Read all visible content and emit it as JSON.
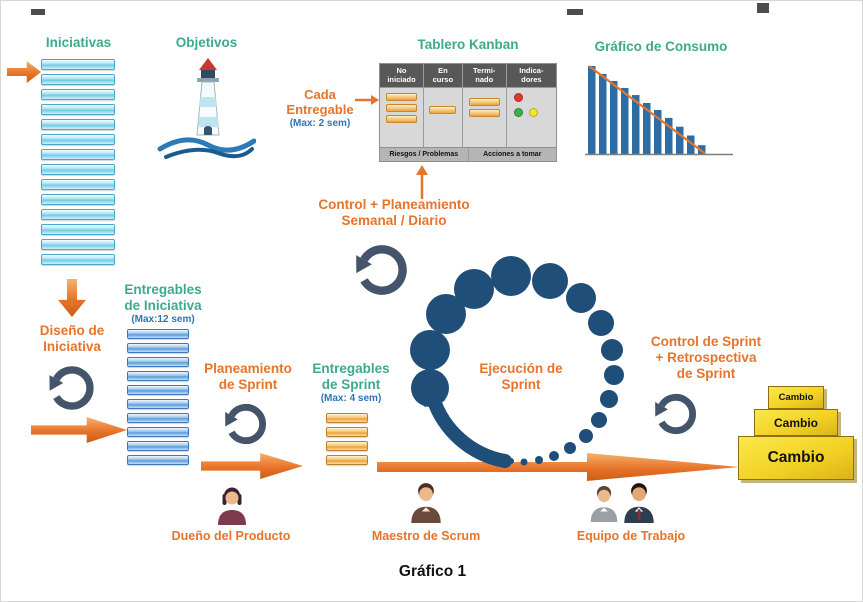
{
  "colors": {
    "teal_heading": "#3FA98C",
    "orange_accent": "#E8732A",
    "blue_note": "#2E74B5",
    "navy_dot": "#1F4E79",
    "cycle_arrow_gray": "#44546A",
    "indicator_red": "#E03A2F",
    "indicator_green": "#3FAE49",
    "indicator_yellow": "#F2E82B",
    "cambio_yellow": "#F2D022"
  },
  "top": {
    "iniciativas": "Iniciativas",
    "objetivos": "Objetivos",
    "kanban_title": "Tablero Kanban",
    "consumo_title": "Gráfico de Consumo",
    "cada_entregable": "Cada\nEntregable",
    "cada_entregable_max": "(Max: 2 sem)"
  },
  "kanban": {
    "columns": [
      "No\niniciado",
      "En\ncurso",
      "Termi-\nnado",
      "Indica-\ndores"
    ],
    "footer_left": "Riesgos / Problemas",
    "footer_right": "Acciones a tomar",
    "cards": {
      "no_iniciado": 3,
      "en_curso": 1,
      "terminado": 2
    }
  },
  "mid": {
    "control_planeamiento": "Control + Planeamiento\nSemanal / Diario",
    "diseno": "Diseño de\nIniciativa",
    "entregables_iniciativa": "Entregables\nde Iniciativa",
    "entregables_iniciativa_max": "(Max:12 sem)",
    "planeamiento_sprint": "Planeamiento\nde Sprint",
    "entregables_sprint": "Entregables\nde Sprint",
    "entregables_sprint_max": "(Max: 4 sem)",
    "ejecucion": "Ejecución de\nSprint",
    "control_sprint": "Control de Sprint\n+ Retrospectiva\nde Sprint"
  },
  "cambio": {
    "top": "Cambio",
    "middle": "Cambio",
    "bottom": "Cambio"
  },
  "roles": {
    "dueno": "Dueño del Producto",
    "maestro": "Maestro de Scrum",
    "equipo": "Equipo de Trabajo"
  },
  "stacks": {
    "iniciativas": 14,
    "entregables_iniciativa": 10,
    "entregables_sprint": 4
  },
  "chart_data": {
    "type": "bar",
    "title": "Gráfico de Consumo",
    "values": [
      100,
      91,
      83,
      75,
      67,
      58,
      50,
      41,
      31,
      21,
      10
    ],
    "trend_line": "descending",
    "bar_color": "#2E6DA4",
    "line_color": "#E8732A",
    "xlabel": "",
    "ylabel": ""
  },
  "caption": "Gráfico 1"
}
